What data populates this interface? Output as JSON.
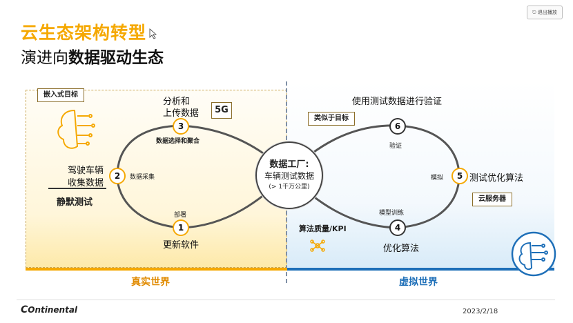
{
  "header": {
    "title_line1": "云生态架构转型",
    "title_line2_prefix": "演进向",
    "title_line2_bold": "数据驱动生态",
    "exit_button": "退出播放"
  },
  "left_world": {
    "label": "真实世界",
    "target_tag": "嵌入式目标",
    "static_test": "静默测试",
    "network_badge": "5G",
    "steps": [
      {
        "num": "1",
        "title": "更新软件",
        "sub": "部署"
      },
      {
        "num": "2",
        "title_line1": "驾驶车辆",
        "title_line2": "收集数据",
        "sub": "数据采集"
      },
      {
        "num": "3",
        "title_line1": "分析和",
        "title_line2": "上传数据",
        "sub": "数据选择和聚合"
      }
    ]
  },
  "center": {
    "title": "数据工厂:",
    "line2": "车辆测试数据",
    "line3": "(> 1千万公里)"
  },
  "right_world": {
    "label": "虚拟世界",
    "top_text": "使用测试数据进行验证",
    "target_tag": "类似于目标",
    "cloud_tag": "云服务器",
    "kpi": "算法质量/KPI",
    "steps": [
      {
        "num": "4",
        "title": "优化算法",
        "sub": "模型训练"
      },
      {
        "num": "5",
        "title": "测试优化算法",
        "sub": "模拟"
      },
      {
        "num": "6",
        "title": "",
        "sub": "验证"
      }
    ]
  },
  "footer": {
    "logo": "Ontinental",
    "date": "2023/2/18"
  },
  "colors": {
    "accent": "#f5a800",
    "blue": "#1e6fb8",
    "dark": "#2b2b2b"
  }
}
